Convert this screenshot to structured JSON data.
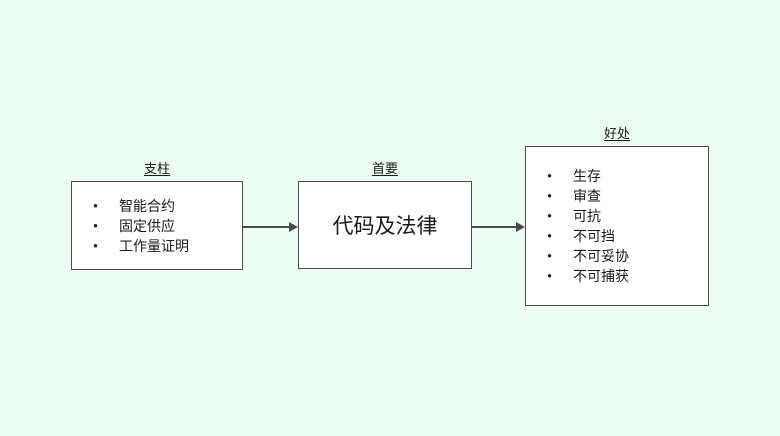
{
  "canvas": {
    "background_color": "#ebfdf2",
    "box_fill": "#ffffff",
    "box_border_color": "#4a4a4a",
    "text_color": "#1a1a1a",
    "arrow_color": "#4a4a4a"
  },
  "glyphs": {
    "bullet": "●"
  },
  "nodes": {
    "pillars": {
      "title": "支柱",
      "items": [
        "智能合约",
        "固定供应",
        "工作量证明"
      ]
    },
    "primary": {
      "title": "首要",
      "label": "代码及法律"
    },
    "benefits": {
      "title": "好处",
      "items": [
        "生存",
        "审查",
        "可抗",
        "不可挡",
        "不可妥协",
        "不可捕获"
      ]
    }
  },
  "connections": [
    {
      "from": "pillars",
      "to": "primary"
    },
    {
      "from": "primary",
      "to": "benefits"
    }
  ]
}
